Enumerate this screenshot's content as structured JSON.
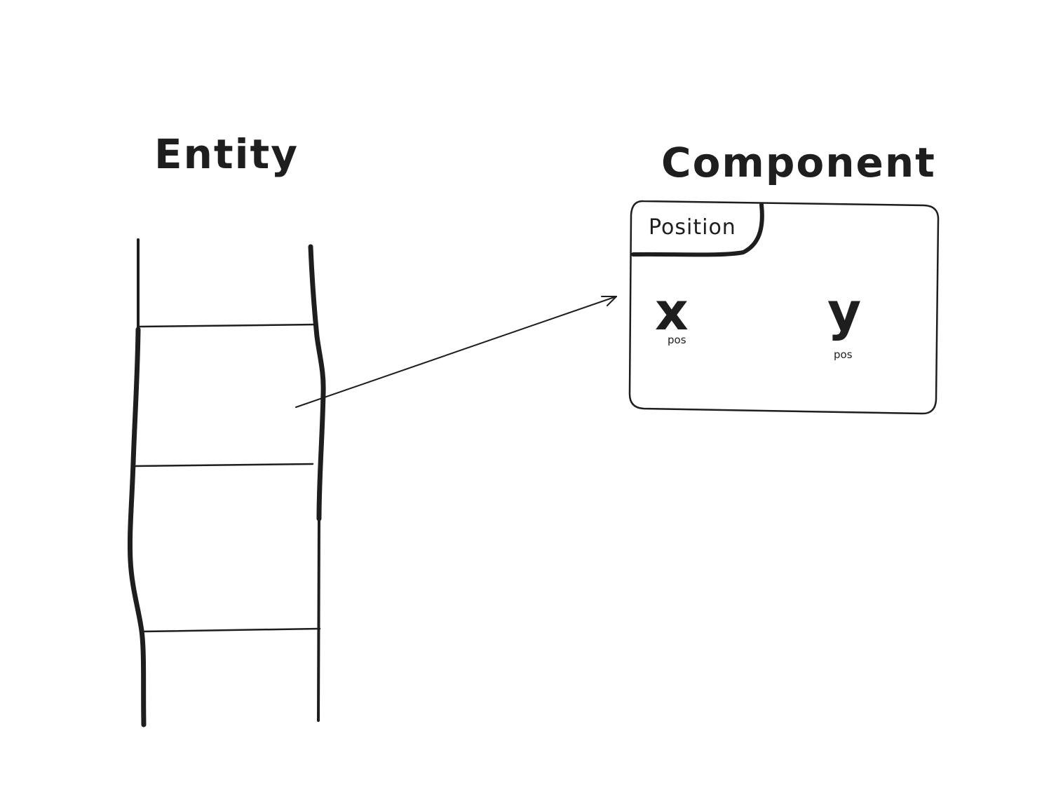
{
  "entity": {
    "title": "Entity"
  },
  "component": {
    "title": "Component",
    "tab_label": "Position",
    "fields": [
      {
        "name": "x",
        "sub": "pos"
      },
      {
        "name": "y",
        "sub": "pos"
      }
    ]
  },
  "colors": {
    "ink": "#1e1e1e",
    "background": "#ffffff"
  }
}
